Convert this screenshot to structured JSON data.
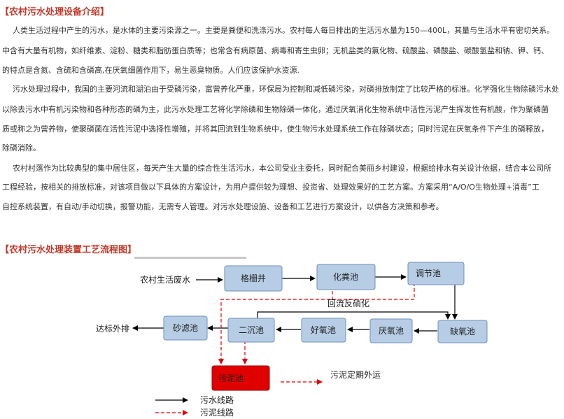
{
  "section1": {
    "title": "【农村污水处理设备介绍】",
    "lines": [
      "人类生活过程中产生的污水，是水体的主要污染源之一。主要是粪便和洗涤污水。农村每人每日排出的生活污水量为150—400L，其量与生活水平有密切关系。",
      "中含有大量有机物，如纤维素、淀粉、糖类和脂肪蛋白质等；也常含有病原菌、病毒和寄生虫卵；无机盐类的氯化物、硫酸盐、磷酸盐、碳酸氢盐和钠、钾、钙、",
      "的特点是含氮、含硫和含磷高,在厌氧细菌作用下，易生恶臭物质。人们应该保护水资源.",
      "污水处理过程中，我国的主要河流和湖泊由于受磷污染，富营养化严重，环保局为控制和减低磷污染，对磷排放制定了比较严格的标准。化学强化生物除磷污水处",
      "以除去污水中有机污染物和各种形态的磷为主，此污水处理工艺将化学除磷和生物除磷一体化，通过厌氧消化生物系统中活性污泥产生挥发性有机酸，作为聚磷菌",
      "质或称之为营养物，使聚磷菌在活性污泥中选择性增殖，并将其回流到生物系统中，使生物污水处理系统工作在除磷状态；同时污泥在厌氧条件下产生的磷释放，",
      "除磷消除。",
      "农村村落作为比较典型的集中居住区，每天产生大量的综合性生活污水，本公司受业主委托，同时配合美丽乡村建设，根据给排水有关设计依据，结合本公司所",
      "工程经验，按相关的排放标准，对该项目做以下具体的方案设计，为用户提供较为理想、投资省、处理效果好的工艺方案。方案采用“A/O/O生物处理+消毒”工",
      "自控系统装置，有自动/手动切换，报警功能，无需专人管理。对污水处理设施、设备和工艺进行方案设计，以供各方决策和参考。"
    ]
  },
  "section2": {
    "title": "【农村污水处理装置工艺流程图】"
  },
  "flowchart": {
    "input_label": "农村生活废水",
    "boxes": {
      "grille_well": "格栅井",
      "septic_tank": "化粪池",
      "regulating_tank": "调节池",
      "anoxic_tank": "缺氧池",
      "anaerobic_tank": "厌氧池",
      "aerobic_tank": "好氧池",
      "secondary_clarifier": "二沉池",
      "sand_filter": "砂滤池",
      "sludge_tank": "污泥池"
    },
    "reflux_label": "回流反硝化",
    "output_label": "达标外排",
    "sludge_out_label": "污泥定期外运",
    "legend": {
      "sewage_line": "污水线路",
      "sludge_line": "污泥线路"
    },
    "colors": {
      "box_fill": "#b7cde6",
      "box_stroke": "#6f8fb8",
      "sludge_box_fill": "#e00000",
      "sewage_line": "#000000",
      "sludge_line": "#e00000",
      "heading": "#c0392b"
    }
  }
}
